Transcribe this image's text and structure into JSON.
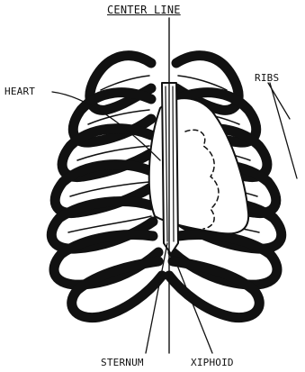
{
  "diagram": {
    "title": "CENTER LINE",
    "labels": {
      "heart": "HEART",
      "ribs": "RIBS",
      "sternum": "STERNUM",
      "xiphoid": "XIPHOID"
    },
    "ink_color": "#111111",
    "paper_color": "#ffffff"
  }
}
